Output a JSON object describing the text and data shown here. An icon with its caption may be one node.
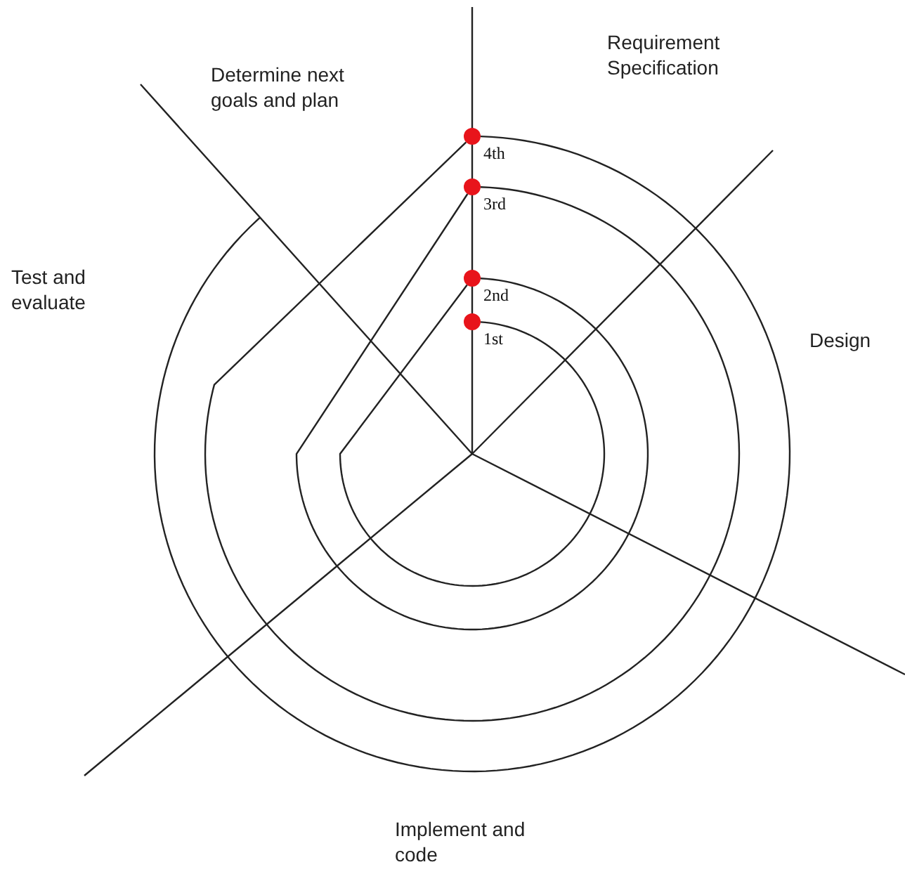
{
  "diagram": {
    "nodes": [
      {
        "text": [],
        "shape": "circle",
        "beside": [
          "4th"
        ]
      },
      {
        "text": [],
        "shape": "circle",
        "beside": [
          "3rd"
        ]
      },
      {
        "text": [],
        "shape": "circle",
        "beside": [
          "2nd"
        ]
      },
      {
        "text": [],
        "shape": "circle",
        "beside": [
          "1st"
        ]
      }
    ],
    "edges": [
      {
        "from": 3,
        "to": 2,
        "arrow": "none"
      },
      {
        "from": 2,
        "to": 1,
        "arrow": "none"
      },
      {
        "from": 1,
        "to": 0,
        "arrow": "none"
      },
      {
        "from": 0,
        "to": null,
        "arrow": "none"
      }
    ],
    "labels": [
      "Determine next goals and plan",
      "Requirement Specification",
      "Test and evaluate",
      "Design",
      "Implement and code"
    ]
  }
}
